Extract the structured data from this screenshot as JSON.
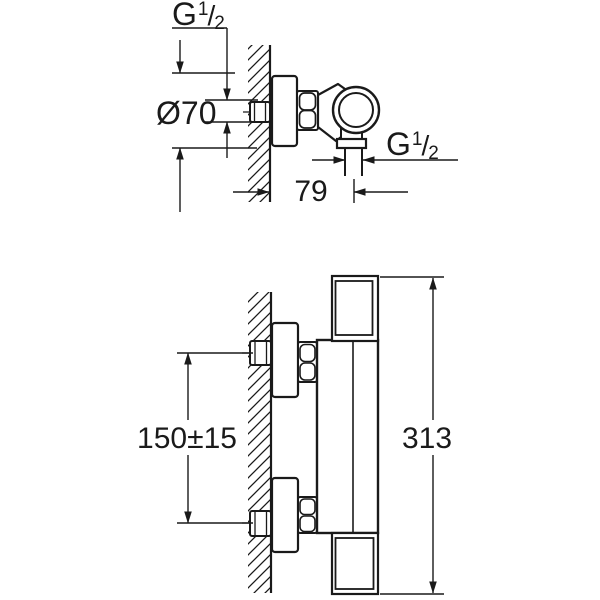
{
  "title": "shower-mixer-dimension-drawing",
  "colors": {
    "ink": "#1a1a1a",
    "paper": "#ffffff"
  },
  "labels": {
    "top_thread": {
      "symbol": "G",
      "numerator": "1",
      "slash": "/",
      "denominator": "2"
    },
    "outlet_thread": {
      "symbol": "G",
      "numerator": "1",
      "slash": "/",
      "denominator": "2"
    },
    "diameter": "Ø70",
    "wall_offset": "79",
    "center_distance": "150±15",
    "overall_height": "313"
  }
}
